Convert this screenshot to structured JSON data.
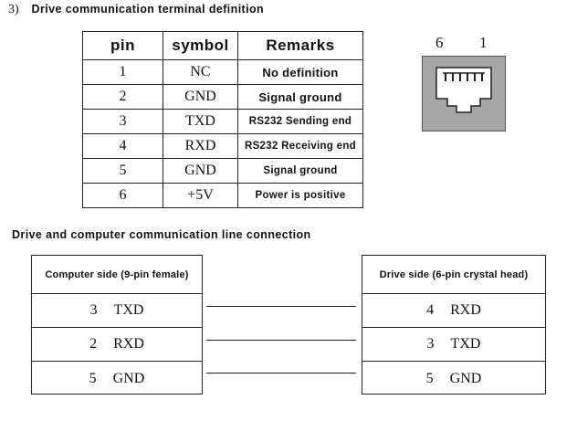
{
  "section": {
    "number": "3)",
    "title": "Drive communication terminal definition"
  },
  "pin_table": {
    "headers": {
      "pin": "pin",
      "symbol": "symbol",
      "remarks": "Remarks"
    },
    "rows": [
      {
        "pin": "1",
        "symbol": "NC",
        "remark": "No definition"
      },
      {
        "pin": "2",
        "symbol": "GND",
        "remark": "Signal ground"
      },
      {
        "pin": "3",
        "symbol": "TXD",
        "remark": "RS232 Sending end"
      },
      {
        "pin": "4",
        "symbol": "RXD",
        "remark": "RS232 Receiving end"
      },
      {
        "pin": "5",
        "symbol": "GND",
        "remark": "Signal ground"
      },
      {
        "pin": "6",
        "symbol": "+5V",
        "remark": "Power is positive"
      }
    ]
  },
  "connector": {
    "left_label": "6",
    "right_label": "1"
  },
  "connection": {
    "title": "Drive and computer communication line connection",
    "computer_side": {
      "header": "Computer side (9-pin female)",
      "rows": [
        {
          "pin": "3",
          "signal": "TXD"
        },
        {
          "pin": "2",
          "signal": "RXD"
        },
        {
          "pin": "5",
          "signal": "GND"
        }
      ]
    },
    "drive_side": {
      "header": "Drive side (6-pin crystal head)",
      "rows": [
        {
          "pin": "4",
          "signal": "RXD"
        },
        {
          "pin": "3",
          "signal": "TXD"
        },
        {
          "pin": "5",
          "signal": "GND"
        }
      ]
    }
  }
}
